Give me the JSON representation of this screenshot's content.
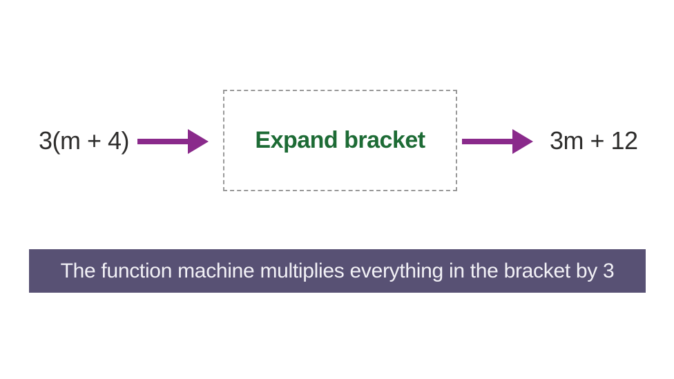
{
  "machine": {
    "input_expression": "3(m + 4)",
    "operation_label": "Expand bracket",
    "output_expression": "3m + 12"
  },
  "caption": {
    "text": "The function machine multiplies everything in the bracket by 3"
  },
  "icons": {
    "arrow_in": "right-arrow-icon",
    "arrow_out": "right-arrow-icon"
  },
  "colors": {
    "arrow": "#8a2a8b",
    "operation_text": "#1d6b35",
    "caption_bg": "#585174",
    "caption_text": "#f2f1f6",
    "expression_text": "#2e2d2c",
    "box_border": "#999999",
    "background": "#ffffff"
  }
}
